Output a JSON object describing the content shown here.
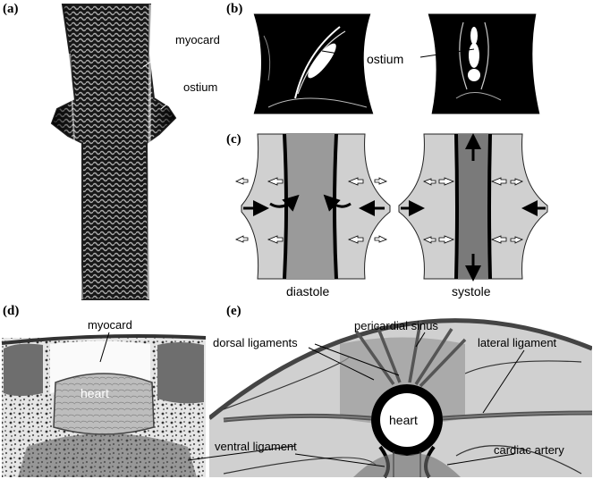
{
  "panels": {
    "a": {
      "letter": "(a)",
      "labels": {
        "myocard": "myocard",
        "ostium": "ostium"
      }
    },
    "b": {
      "letter": "(b)",
      "labels": {
        "ostium": "ostium"
      }
    },
    "c": {
      "letter": "(c)",
      "labels": {
        "diastole": "diastole",
        "systole": "systole"
      }
    },
    "d": {
      "letter": "(d)",
      "labels": {
        "myocard": "myocard",
        "heart": "heart",
        "ventral_ligament": "ventral ligament"
      }
    },
    "e": {
      "letter": "(e)",
      "labels": {
        "pericardial_sinus": "pericardial sinus",
        "dorsal_ligaments": "dorsal ligaments",
        "lateral_ligament": "lateral ligament",
        "heart": "heart",
        "cardiac_artery": "cardiac artery"
      }
    }
  },
  "colors": {
    "tissue_light": "#d0d0d0",
    "tissue_mid": "#9a9a9a",
    "tissue_dark": "#6e6e6e",
    "outline": "#000000",
    "cuticle": "#444444"
  }
}
